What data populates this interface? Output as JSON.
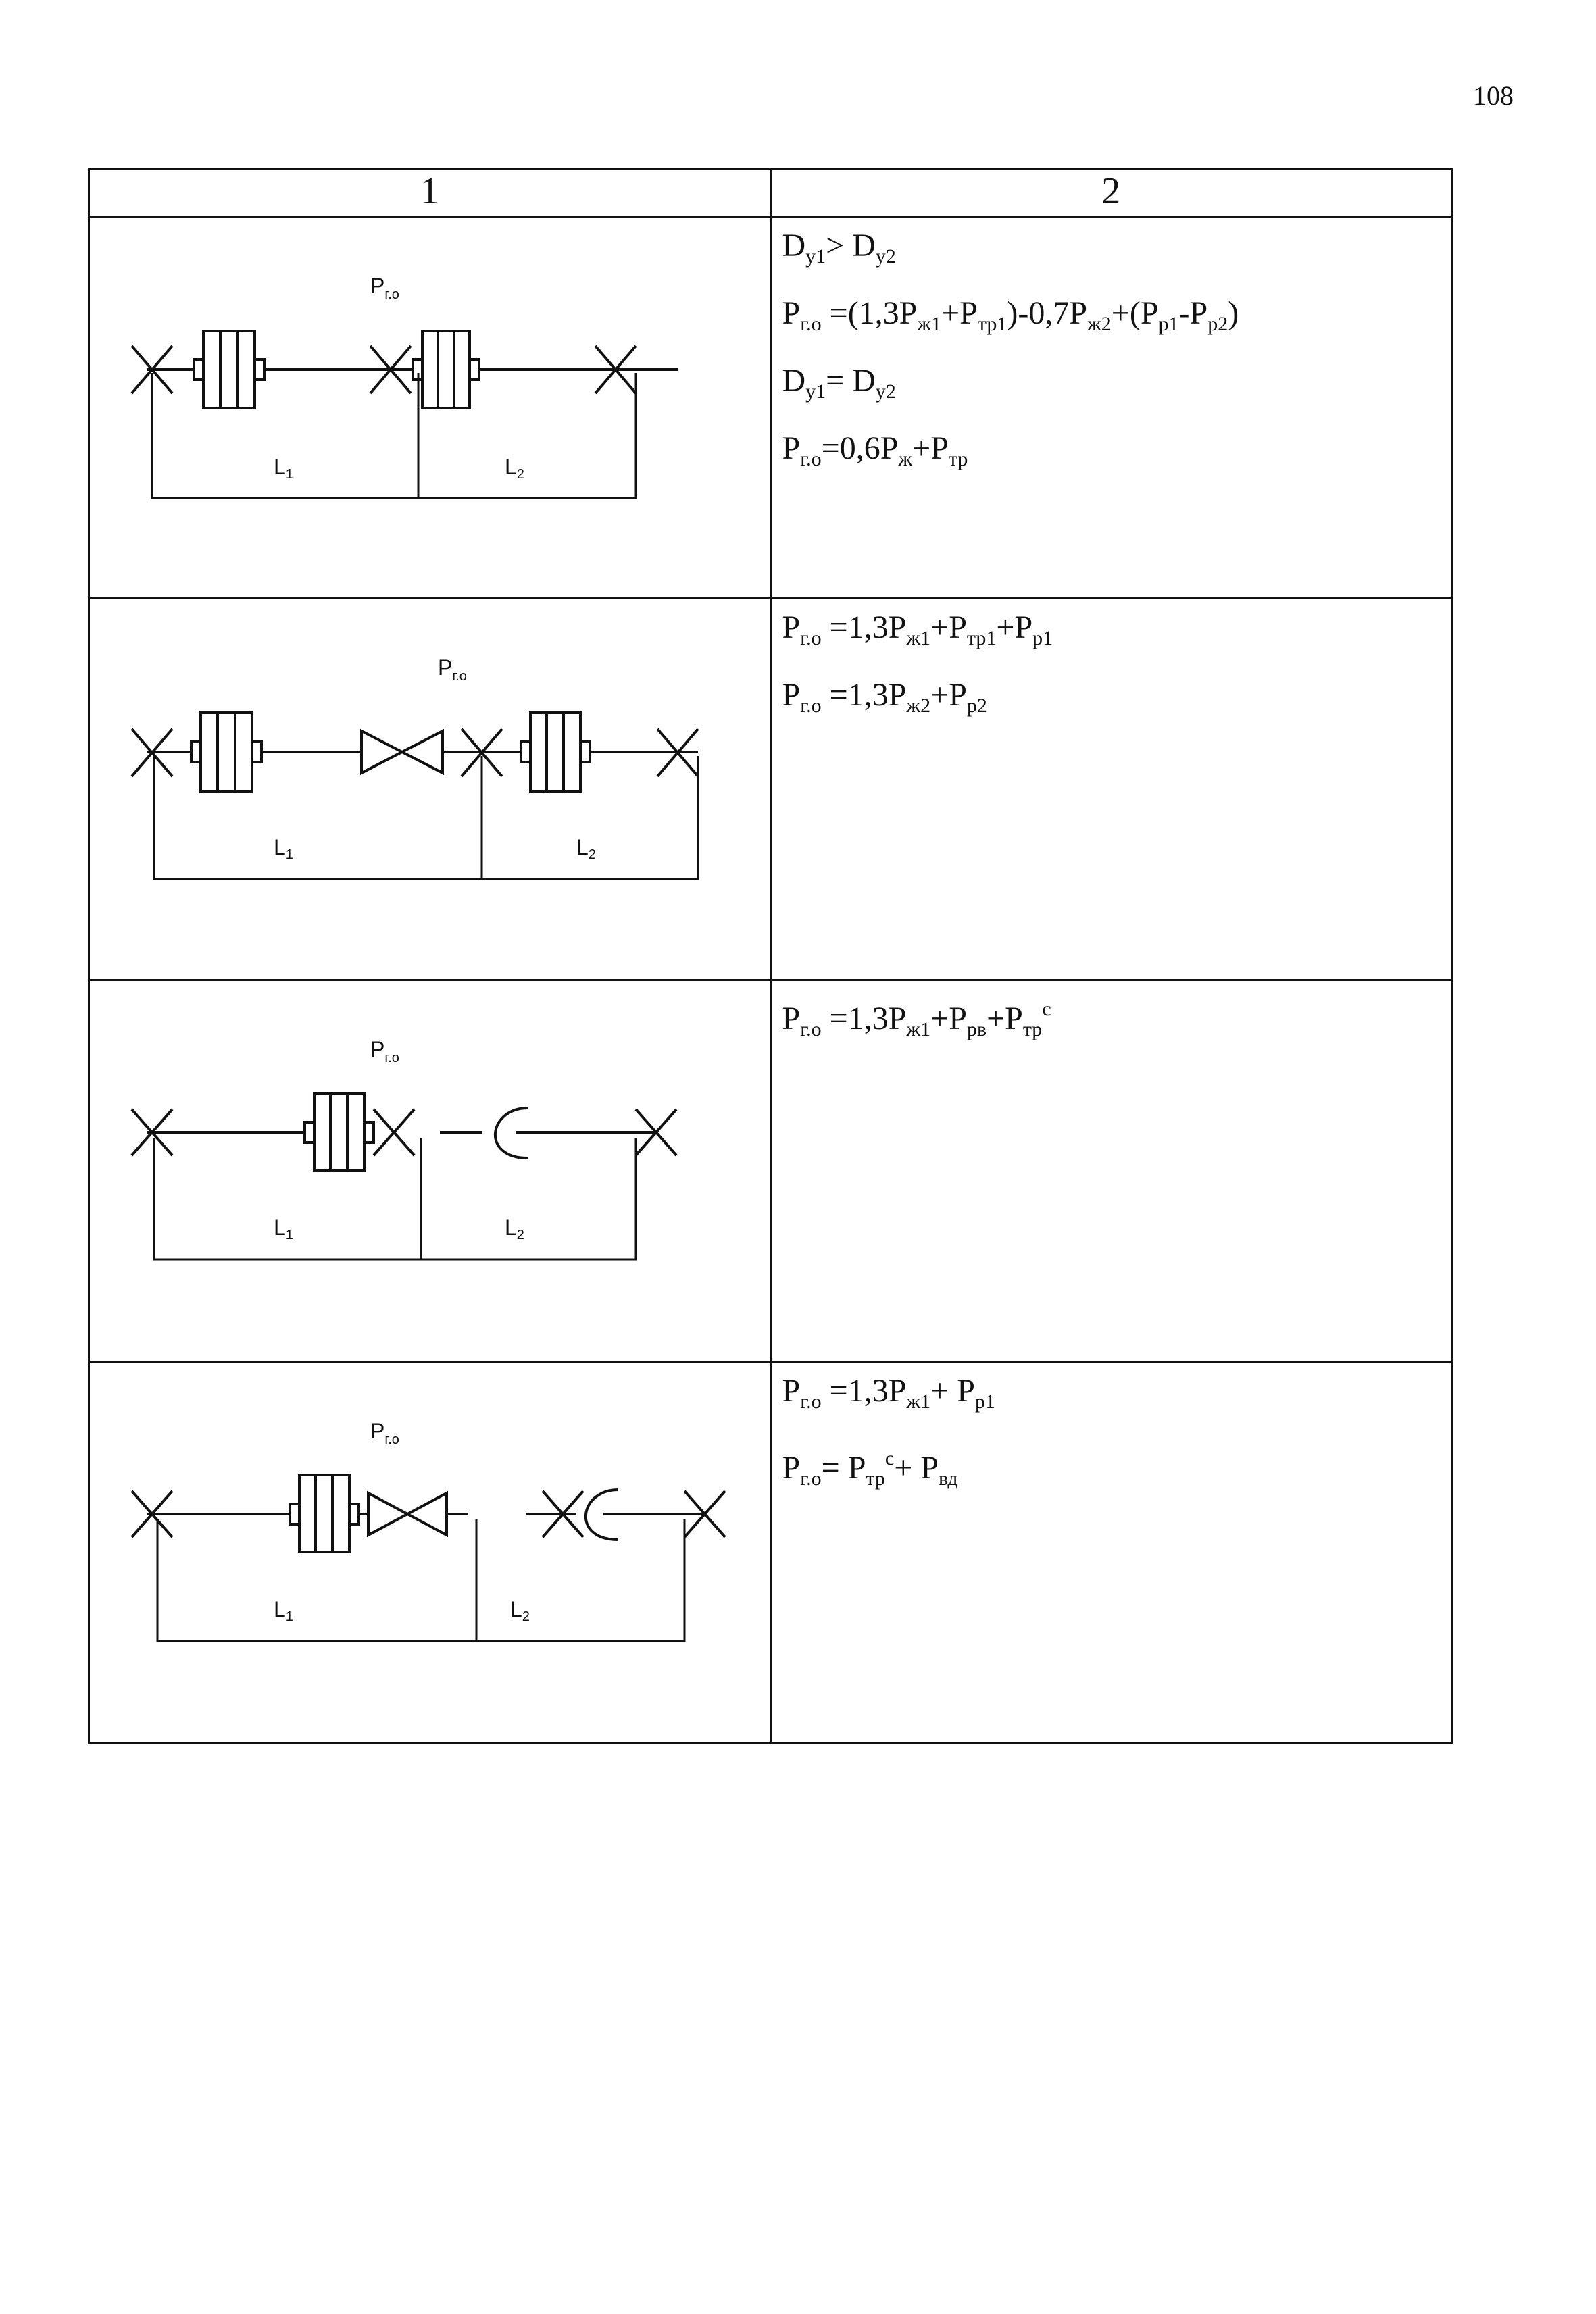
{
  "page_number": "108",
  "columns": [
    "1",
    "2"
  ],
  "rows": [
    {
      "diagram": {
        "p": "P",
        "p_sub": "г.о",
        "l1": "L",
        "l1_sub": "1",
        "l2": "L",
        "l2_sub": "2"
      },
      "formulas": [
        [
          {
            "t": "D"
          },
          {
            "s": "y1"
          },
          {
            "t": "> D"
          },
          {
            "s": "y2"
          }
        ],
        [
          {
            "t": "P"
          },
          {
            "s": "г.о"
          },
          {
            "t": " =(1,3P"
          },
          {
            "s": "ж1"
          },
          {
            "t": "+P"
          },
          {
            "s": "тр1"
          },
          {
            "t": ")-0,7P"
          },
          {
            "s": "ж2"
          },
          {
            "t": "+(P"
          },
          {
            "s": "р1"
          },
          {
            "t": "-P"
          },
          {
            "s": "р2"
          },
          {
            "t": ")"
          }
        ],
        [
          {
            "t": "D"
          },
          {
            "s": "y1"
          },
          {
            "t": "= D"
          },
          {
            "s": "y2"
          }
        ],
        [
          {
            "t": "P"
          },
          {
            "s": "г.о"
          },
          {
            "t": "=0,6P"
          },
          {
            "s": "ж"
          },
          {
            "t": "+P"
          },
          {
            "s": "тр"
          }
        ]
      ]
    },
    {
      "diagram": {
        "p": "P",
        "p_sub": "г.о",
        "l1": "L",
        "l1_sub": "1",
        "l2": "L",
        "l2_sub": "2"
      },
      "formulas": [
        [
          {
            "t": "P"
          },
          {
            "s": "г.о"
          },
          {
            "t": " =1,3P"
          },
          {
            "s": "ж1"
          },
          {
            "t": "+P"
          },
          {
            "s": "тр1"
          },
          {
            "t": "+P"
          },
          {
            "s": "р1"
          }
        ],
        [
          {
            "t": "P"
          },
          {
            "s": "г.о"
          },
          {
            "t": " =1,3P"
          },
          {
            "s": "ж2"
          },
          {
            "t": "+P"
          },
          {
            "s": "р2"
          }
        ]
      ]
    },
    {
      "diagram": {
        "p": "P",
        "p_sub": "г.о",
        "l1": "L",
        "l1_sub": "1",
        "l2": "L",
        "l2_sub": "2"
      },
      "formulas": [
        [
          {
            "t": "P"
          },
          {
            "s": "г.о"
          },
          {
            "t": " =1,3P"
          },
          {
            "s": "ж1"
          },
          {
            "t": "+P"
          },
          {
            "s": "рв"
          },
          {
            "t": "+P"
          },
          {
            "s": "тр"
          },
          {
            "p": "с"
          }
        ]
      ]
    },
    {
      "diagram": {
        "p": "P",
        "p_sub": "г.о",
        "l1": "L",
        "l1_sub": "1",
        "l2": "L",
        "l2_sub": "2"
      },
      "formulas": [
        [
          {
            "t": "P"
          },
          {
            "s": "г.о"
          },
          {
            "t": " =1,3P"
          },
          {
            "s": "ж1"
          },
          {
            "t": "+ P"
          },
          {
            "s": "р1"
          }
        ],
        [
          {
            "t": "P"
          },
          {
            "s": "г.о"
          },
          {
            "t": "= P"
          },
          {
            "s": "тр"
          },
          {
            "p": "с"
          },
          {
            "t": "+ P"
          },
          {
            "s": "вд"
          }
        ]
      ]
    }
  ]
}
